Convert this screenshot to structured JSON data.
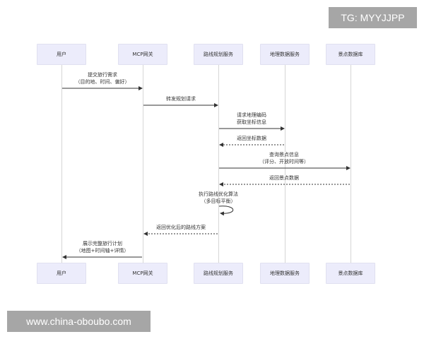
{
  "watermark_top": "TG: MYYJJPP",
  "watermark_bottom": "www.china-oboubo.com",
  "participants": [
    {
      "label": "用户"
    },
    {
      "label": "MCP网关"
    },
    {
      "label": "路线规划服务"
    },
    {
      "label": "地理数据服务"
    },
    {
      "label": "景点数据库"
    }
  ],
  "messages": [
    {
      "from": "用户",
      "to": "MCP网关",
      "line1": "提交旅行需求",
      "line2": "（目的地、时间、偏好）",
      "style": "solid"
    },
    {
      "from": "MCP网关",
      "to": "路线规划服务",
      "line1": "转发规划请求",
      "line2": "",
      "style": "solid"
    },
    {
      "from": "路线规划服务",
      "to": "地理数据服务",
      "line1": "请求地理编码",
      "line2": "获取坐标信息",
      "style": "solid"
    },
    {
      "from": "地理数据服务",
      "to": "路线规划服务",
      "line1": "返回坐标数据",
      "line2": "",
      "style": "dashed"
    },
    {
      "from": "路线规划服务",
      "to": "景点数据库",
      "line1": "查询景点信息",
      "line2": "（评分、开放时间等）",
      "style": "solid"
    },
    {
      "from": "景点数据库",
      "to": "路线规划服务",
      "line1": "返回景点数据",
      "line2": "",
      "style": "dashed"
    },
    {
      "from": "路线规划服务",
      "to": "路线规划服务",
      "line1": "执行路线优化算法",
      "line2": "（多目标平衡）",
      "style": "self"
    },
    {
      "from": "路线规划服务",
      "to": "MCP网关",
      "line1": "返回优化后的路线方案",
      "line2": "",
      "style": "dashed"
    },
    {
      "from": "MCP网关",
      "to": "用户",
      "line1": "展示完整旅行计划",
      "line2": "（地图+时间轴+详情）",
      "style": "solid"
    }
  ],
  "colors": {
    "participant_fill": "#ececfb",
    "participant_border": "#e0e0f0",
    "lifeline": "#d6d6d6",
    "arrow": "#333333",
    "watermark_bg": "#a6a6a6"
  }
}
